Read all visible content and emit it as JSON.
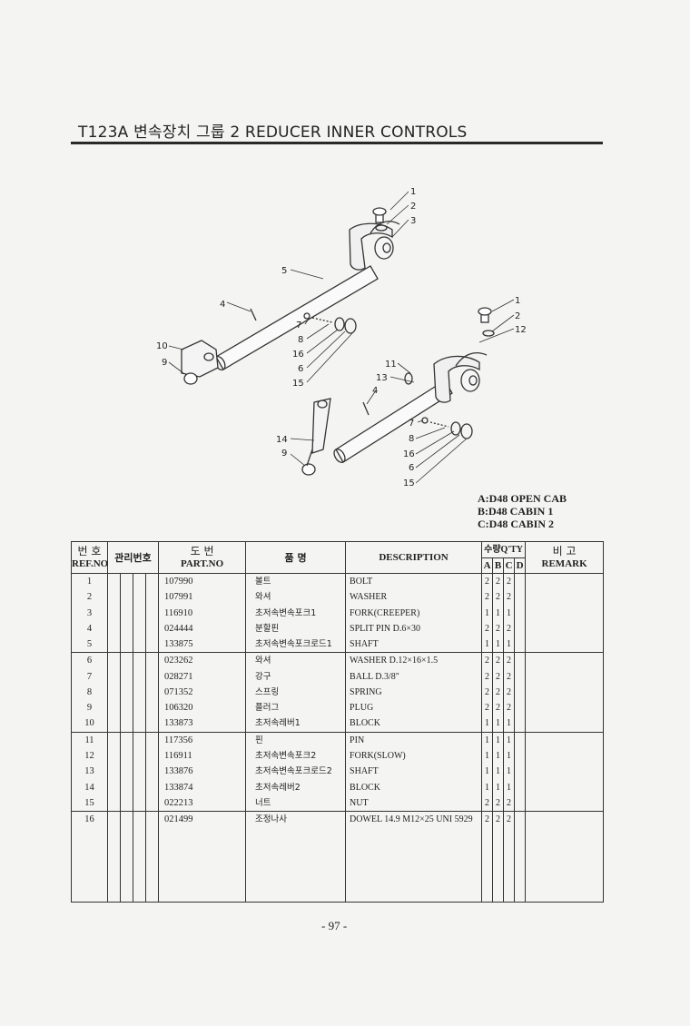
{
  "page": {
    "title": "T123A 변속장치 그룹 2 REDUCER INNER CONTROLS",
    "page_number": "- 97 -"
  },
  "diagram": {
    "callouts_upper": [
      "1",
      "2",
      "3",
      "5",
      "4",
      "7",
      "8",
      "16",
      "6",
      "15",
      "10",
      "9"
    ],
    "callouts_lower": [
      "1",
      "2",
      "12",
      "11",
      "13",
      "4",
      "14",
      "9",
      "7",
      "8",
      "16",
      "6",
      "15"
    ]
  },
  "legend": [
    "A:D48 OPEN CAB",
    "B:D48 CABIN 1",
    "C:D48 CABIN 2"
  ],
  "table": {
    "headers": {
      "ref_top": "번 호",
      "ref_bottom": "REF.NO",
      "mgmt": "관리번호",
      "part_top": "도 번",
      "part_bottom": "PART.NO",
      "name": "품 명",
      "desc": "DESCRIPTION",
      "qty_top": "수량Q'TY",
      "qty_a": "A",
      "qty_b": "B",
      "qty_c": "C",
      "qty_d": "D",
      "remark_top": "비 고",
      "remark_bottom": "REMARK"
    },
    "rows": [
      {
        "ref": "1",
        "part": "107990",
        "name": "볼트",
        "desc": "BOLT",
        "a": "2",
        "b": "2",
        "c": "2",
        "d": ""
      },
      {
        "ref": "2",
        "part": "107991",
        "name": "와셔",
        "desc": "WASHER",
        "a": "2",
        "b": "2",
        "c": "2",
        "d": ""
      },
      {
        "ref": "3",
        "part": "116910",
        "name": "초저속변속포크1",
        "desc": "FORK(CREEPER)",
        "a": "1",
        "b": "1",
        "c": "1",
        "d": ""
      },
      {
        "ref": "4",
        "part": "024444",
        "name": "분할핀",
        "desc": "SPLIT PIN D.6×30",
        "a": "2",
        "b": "2",
        "c": "2",
        "d": ""
      },
      {
        "ref": "5",
        "part": "133875",
        "name": "초저속변속포크로드1",
        "desc": "SHAFT",
        "a": "1",
        "b": "1",
        "c": "1",
        "d": ""
      },
      {
        "ref": "6",
        "part": "023262",
        "name": "와셔",
        "desc": "WASHER D.12×16×1.5",
        "a": "2",
        "b": "2",
        "c": "2",
        "d": ""
      },
      {
        "ref": "7",
        "part": "028271",
        "name": "강구",
        "desc": "BALL D.3/8\"",
        "a": "2",
        "b": "2",
        "c": "2",
        "d": ""
      },
      {
        "ref": "8",
        "part": "071352",
        "name": "스프링",
        "desc": "SPRING",
        "a": "2",
        "b": "2",
        "c": "2",
        "d": ""
      },
      {
        "ref": "9",
        "part": "106320",
        "name": "플러그",
        "desc": "PLUG",
        "a": "2",
        "b": "2",
        "c": "2",
        "d": ""
      },
      {
        "ref": "10",
        "part": "133873",
        "name": "초저속레버1",
        "desc": "BLOCK",
        "a": "1",
        "b": "1",
        "c": "1",
        "d": ""
      },
      {
        "ref": "11",
        "part": "117356",
        "name": "핀",
        "desc": "PIN",
        "a": "1",
        "b": "1",
        "c": "1",
        "d": ""
      },
      {
        "ref": "12",
        "part": "116911",
        "name": "초저속변속포크2",
        "desc": "FORK(SLOW)",
        "a": "1",
        "b": "1",
        "c": "1",
        "d": ""
      },
      {
        "ref": "13",
        "part": "133876",
        "name": "초저속변속포크로드2",
        "desc": "SHAFT",
        "a": "1",
        "b": "1",
        "c": "1",
        "d": ""
      },
      {
        "ref": "14",
        "part": "133874",
        "name": "초저속레버2",
        "desc": "BLOCK",
        "a": "1",
        "b": "1",
        "c": "1",
        "d": ""
      },
      {
        "ref": "15",
        "part": "022213",
        "name": "너트",
        "desc": "NUT",
        "a": "2",
        "b": "2",
        "c": "2",
        "d": ""
      },
      {
        "ref": "16",
        "part": "021499",
        "name": "조정나사",
        "desc": "DOWEL 14.9 M12×25 UNI 5929",
        "a": "2",
        "b": "2",
        "c": "2",
        "d": ""
      }
    ]
  }
}
